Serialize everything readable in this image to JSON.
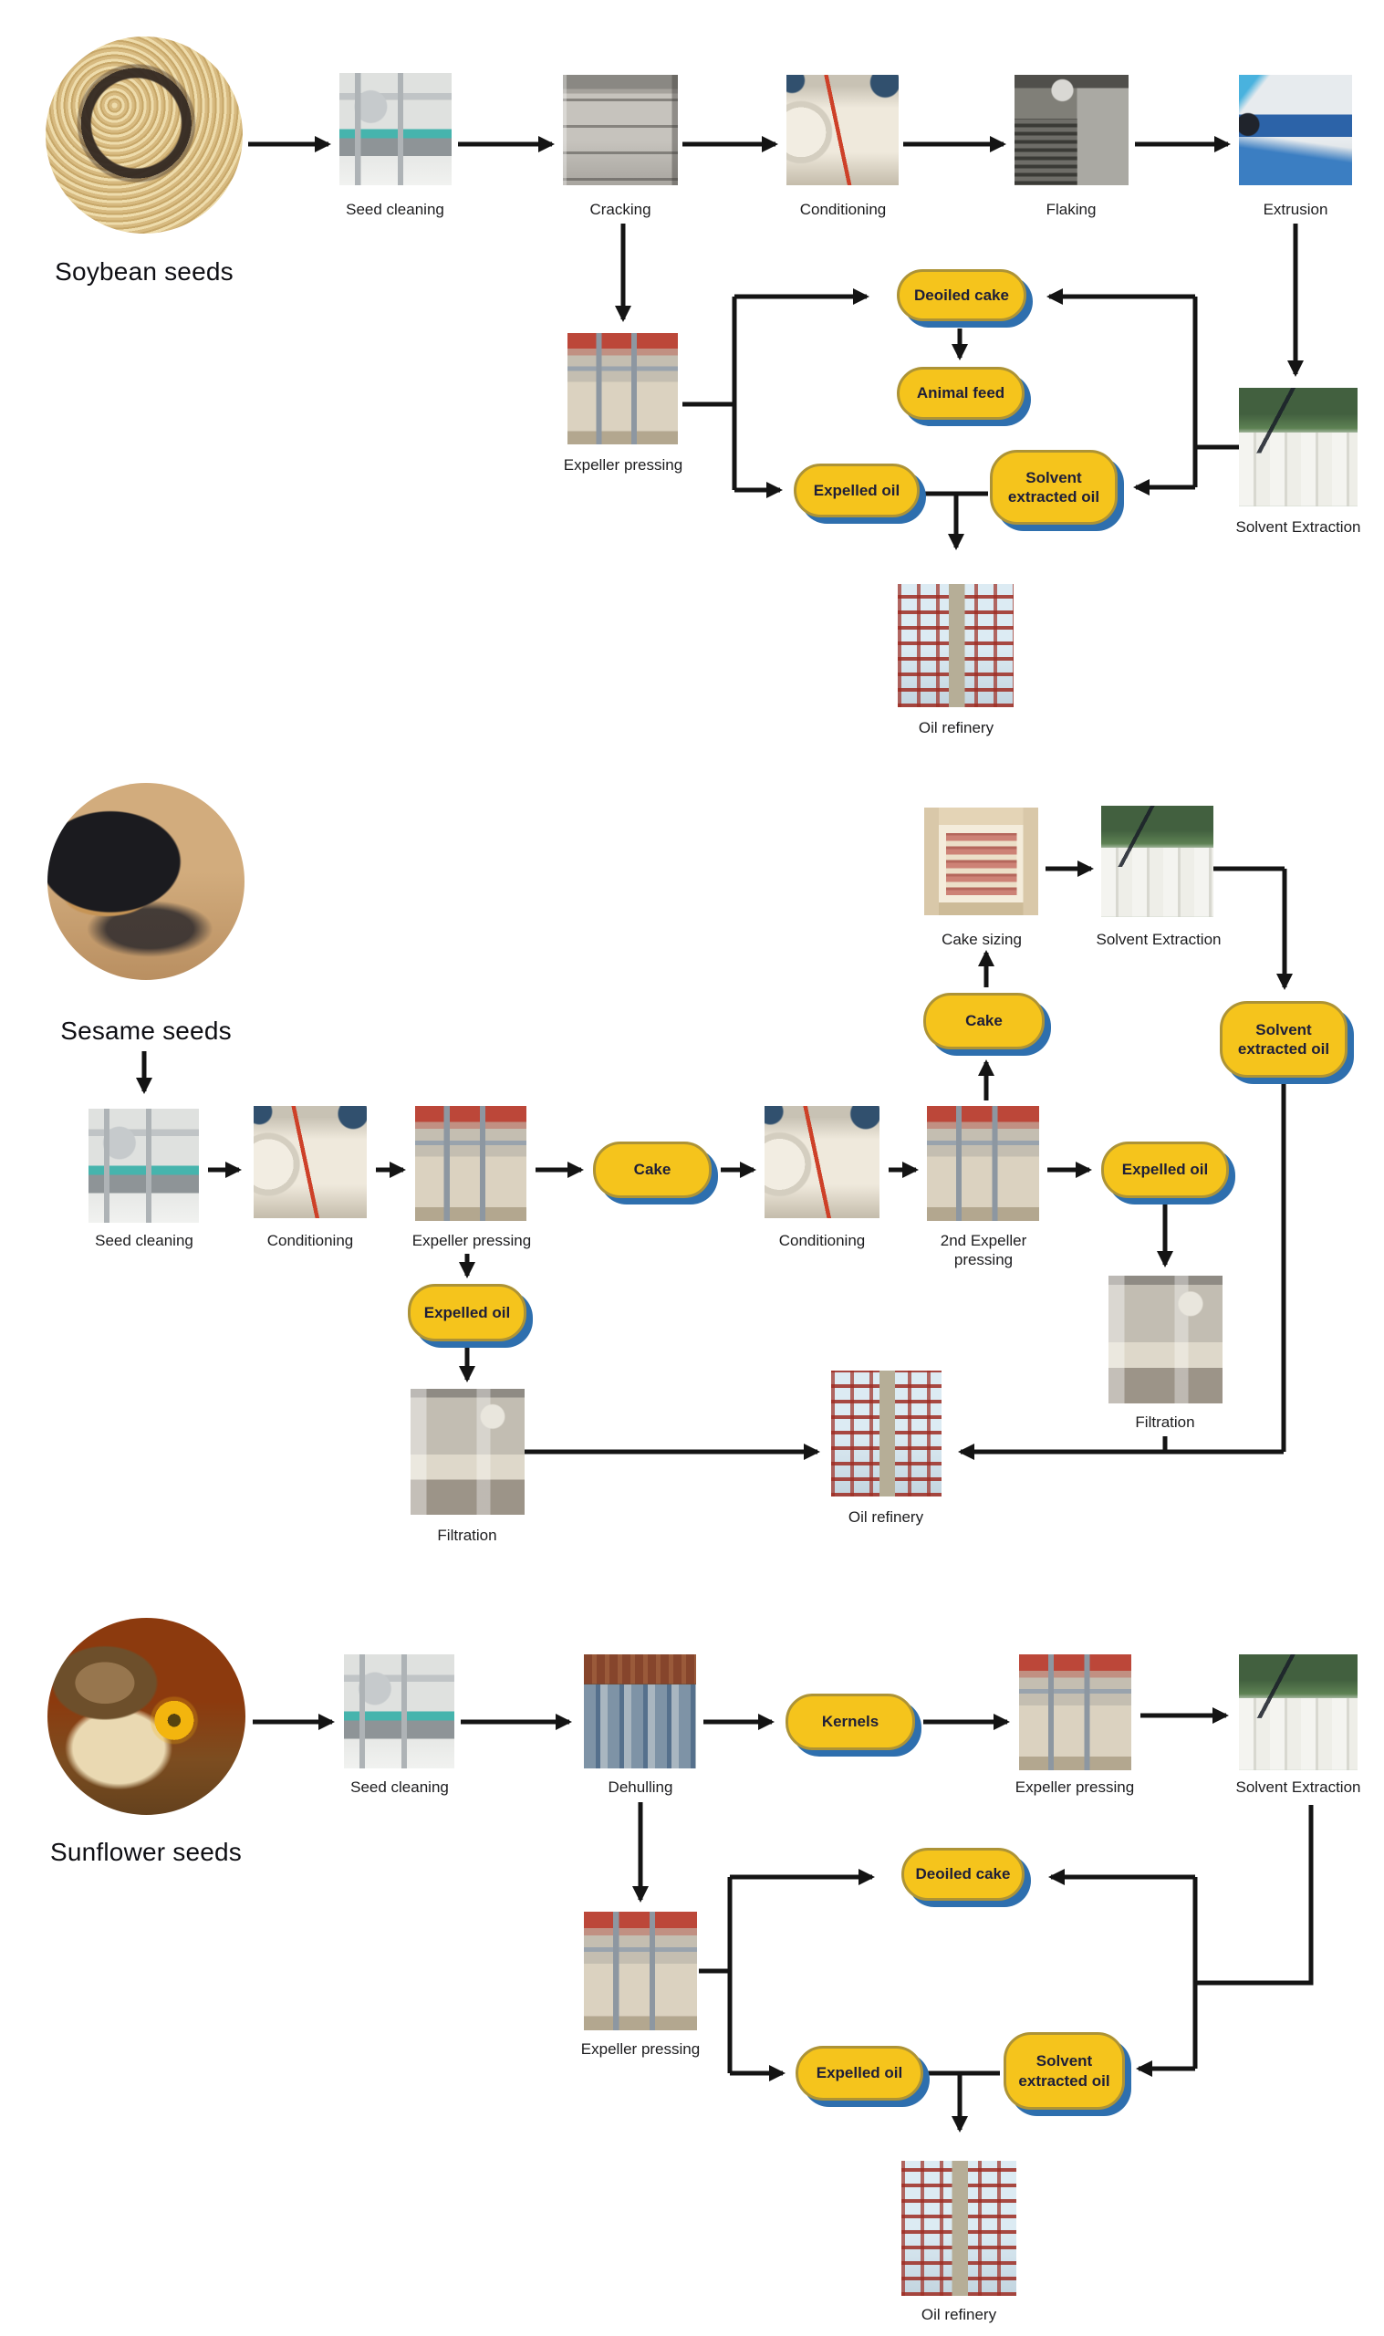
{
  "colors": {
    "background": "#FFFFFF",
    "pill_fill": "#F5C41C",
    "pill_border": "#AD9336",
    "pill_shadow": "#2E6FAE",
    "arrow": "#141414",
    "text": "#1C1C1E"
  },
  "soybean": {
    "title": "Soybean seeds",
    "labels": {
      "seed_cleaning": "Seed cleaning",
      "cracking": "Cracking",
      "conditioning": "Conditioning",
      "flaking": "Flaking",
      "extrusion": "Extrusion",
      "expeller_pressing": "Expeller pressing",
      "solvent_extraction": "Solvent Extraction",
      "oil_refinery": "Oil refinery"
    },
    "pills": {
      "deoiled_cake": "Deoiled cake",
      "animal_feed": "Animal feed",
      "expelled_oil": "Expelled oil",
      "solvent_extracted_oil": "Solvent extracted oil"
    }
  },
  "sesame": {
    "title": "Sesame seeds",
    "labels": {
      "seed_cleaning": "Seed cleaning",
      "conditioning_1": "Conditioning",
      "expeller_pressing": "Expeller pressing",
      "conditioning_2": "Conditioning",
      "expeller_pressing_2nd": "2nd Expeller pressing",
      "cake_sizing": "Cake sizing",
      "solvent_extraction": "Solvent Extraction",
      "filtration_1": "Filtration",
      "filtration_2": "Filtration",
      "oil_refinery": "Oil refinery"
    },
    "pills": {
      "cake_mid": "Cake",
      "cake_top": "Cake",
      "expelled_oil_left": "Expelled oil",
      "expelled_oil_right": "Expelled oil",
      "solvent_extracted_oil": "Solvent extracted oil"
    }
  },
  "sunflower": {
    "title": "Sunflower seeds",
    "labels": {
      "seed_cleaning": "Seed cleaning",
      "dehulling": "Dehulling",
      "expeller_pressing_row": "Expeller pressing",
      "solvent_extraction": "Solvent Extraction",
      "expeller_pressing_lower": "Expeller pressing",
      "oil_refinery": "Oil refinery"
    },
    "pills": {
      "kernels": "Kernels",
      "deoiled_cake": "Deoiled cake",
      "expelled_oil": "Expelled oil",
      "solvent_extracted_oil": "Solvent extracted oil"
    }
  }
}
